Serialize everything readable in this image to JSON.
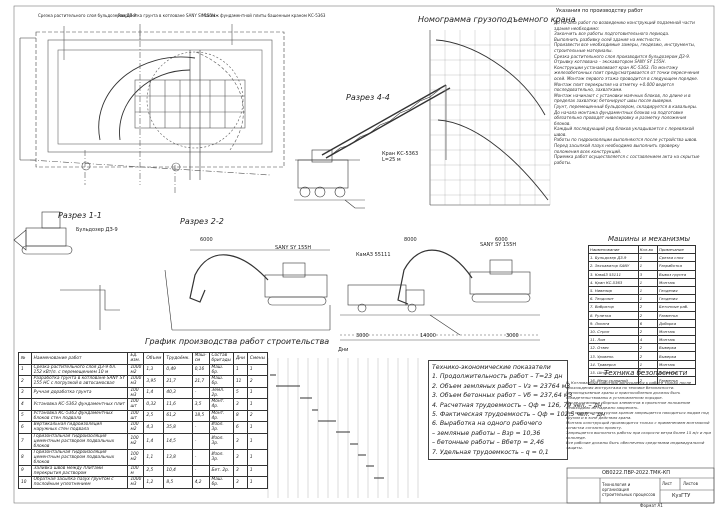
{
  "top_labels": {
    "demolition": "Срезка растительного слоя бульдозером ДЗ-9",
    "excavation": "Разработка грунта в котловане SANY SY 155H",
    "crane": "Монтаж фундаментной плиты башенным краном КС-5363"
  },
  "nomogram_title": "Номограмма грузоподъемного крана",
  "section_4_4": "Разрез 4-4",
  "crane_label": "Кран КС-5363",
  "crane_boom": "L=25 м",
  "section_1_1": "Разрез 1-1",
  "section_2_2": "Разрез 2-2",
  "bulldozer_label": "Бульдозер ДЗ-9",
  "excavator_left": "SANY SY 155H",
  "excavator_right": "SANY SY 155H",
  "truck_label": "КамАЗ 55111",
  "dimensions": {
    "d1": "6000",
    "d2": "8000",
    "d3": "6000",
    "d4": "3000",
    "d5": "14000",
    "d6": "3000"
  },
  "top_right_hint": "Указания по производству работ",
  "notes": [
    "До начала работ по возведению конструкций подземной части здания необходимо:",
    "Закончить все работы подготовительного периода.",
    "Выполнить разбивку осей здания на местности.",
    "Произвести все необходимые замеры, геодезию, инструменты, строительные материалы.",
    "Срезка растительного слоя производится бульдозером ДЗ-9. Отрывку котлована – экскаватором SANY SY 155H.",
    "Конструкции устанавливает кран КС-5363. По монтажу железобетонных плит предусматривается от точки пересечения осей. Монтаж первого этажа проводится в следующем порядке.",
    "Монтаж плит перекрытия на отметку +0.000 ведется последовательно, захватками.",
    "Монтаж начинают с установки маячных блоков, по длине и в пределах захватки; бетонируют швы после выверки.",
    "Грунт, перемещенный бульдозером, складируется в кавальеры.",
    "До начала монтажа фундаментных блоков на подготовке обязательно проводят нивелировку и разметку положения блоков.",
    "Каждый последующий ряд блоков укладывается с перевязкой швов.",
    "Работы по гидроизоляции выполняются после устройства швов.",
    "Перед засыпкой пазух необходимо выполнить проверку положения всех конструкций.",
    "Приемка работ осуществляется с составлением акта на скрытые работы."
  ],
  "machines": {
    "title": "Машины и механизмы",
    "headers": [
      "Наименование",
      "Кол-во",
      "Примечание"
    ],
    "rows": [
      [
        "1. Бульдозер ДЗ-9",
        "1",
        "Срезка слоя"
      ],
      [
        "2. Экскаватор SANY",
        "1",
        "Разработка"
      ],
      [
        "3. КамАЗ 55111",
        "3",
        "Вывоз грунта"
      ],
      [
        "4. Кран КС-5363",
        "1",
        "Монтаж"
      ],
      [
        "5. Нивелир",
        "1",
        "Геодезия"
      ],
      [
        "6. Теодолит",
        "1",
        "Геодезия"
      ],
      [
        "7. Вибратор",
        "2",
        "Бетонные раб."
      ],
      [
        "8. Рулетка",
        "2",
        "Разметка"
      ],
      [
        "9. Лопата",
        "6",
        "Доборка"
      ],
      [
        "10. Строп",
        "2",
        "Монтаж"
      ],
      [
        "11. Лом",
        "4",
        "Монтаж"
      ],
      [
        "12. Отвес",
        "2",
        "Выверка"
      ],
      [
        "13. Уровень",
        "2",
        "Выверка"
      ],
      [
        "14. Траверса",
        "1",
        "Монтаж"
      ],
      [
        "15. Шнур",
        "2",
        "Разметка"
      ],
      [
        "16. Метр складной",
        "2",
        "Разметка"
      ]
    ]
  },
  "schedule_title": "График производства работ строительства",
  "schedule_days": "Дни",
  "schedule": {
    "headers": [
      "№",
      "Наименование работ",
      "Ед. изм.",
      "Объем",
      "Трудоёмк.",
      "Маш-см",
      "Состав бригады",
      "Дни",
      "Смены"
    ],
    "rows": [
      [
        "1",
        "Срезка растительного слоя ДЗ-9 бл. 152 кВт/л. с перемещением 10 м",
        "1000 м2",
        "1,3",
        "0,49",
        "0,16",
        "Маш. 6р.",
        "1",
        "1"
      ],
      [
        "2",
        "Разработка грунта в котловане SANY SY 155 НС с погрузкой в автосамосвал",
        "1000 м3",
        "3,95",
        "21,7",
        "21,7",
        "Маш. 6р.",
        "11",
        "2"
      ],
      [
        "3",
        "Ручная доработка грунта",
        "100 м3",
        "1,4",
        "40,3",
        "-",
        "Земл. 2р.",
        "5",
        "1"
      ],
      [
        "4",
        "Установка КС-5363 фундаментных плит",
        "100 шт",
        "0,32",
        "11,6",
        "3,5",
        "Монт. 4р.",
        "3",
        "1"
      ],
      [
        "5",
        "Установка КС-5363 фундаментных блоков стен подвала",
        "100 шт",
        "2,5",
        "61,2",
        "18,5",
        "Монт. 4р.",
        "8",
        "2"
      ],
      [
        "6",
        "Вертикальная гидроизоляция наружных стен подвала",
        "100 м2",
        "4,3",
        "35,8",
        "-",
        "Изол. 3р.",
        "6",
        "1"
      ],
      [
        "7",
        "Горизонтальная гидроизоляция цементным раствором подвальных блоков",
        "100 м2",
        "1,4",
        "14,5",
        "-",
        "Изол. 3р.",
        "3",
        "1"
      ],
      [
        "8",
        "Горизонтальная гидроизоляция цементным раствором подвальных блоков",
        "100 м2",
        "1,1",
        "13,8",
        "-",
        "Изол. 3р.",
        "3",
        "1"
      ],
      [
        "9",
        "Заливка швов между плитами перекрытия раствором",
        "100 м",
        "2,5",
        "10,4",
        "-",
        "Бет. 2р.",
        "3",
        "1"
      ],
      [
        "10",
        "Обратная засыпка пазух грунтом с послойным уплотнением",
        "1000 м3",
        "1,2",
        "8,5",
        "4,2",
        "Маш. 6р.",
        "3",
        "1"
      ]
    ]
  },
  "tei": {
    "title": "Технико-экономические показатели",
    "lines": [
      "1. Продолжительность работ – Т=23 дн",
      "2. Объем земляных работ – Vз = 23764 м3",
      "3. Объем бетонных работ – Vб = 237,64 м3",
      "4. Расчетная трудоемкость – Qф = 126, 79 чел. – дн",
      "5. Фактическая трудоемкость – Qф = 102,5 чел. – дн",
      "6. Выработка на одного рабочего",
      "– земляные работы – Взр = 10,36",
      "– бетонные работы – Вбетр = 2,46",
      "7. Удельная трудоемкость – q = 0,1"
    ]
  },
  "safety_title": "Техника безопасности",
  "safety_text": [
    "В. Котлованный работник допускается к работе только после прохождения инструктажа по технике безопасности.",
    "Грузоподъемные краны и приспособления должны быть освидетельствованы в установленном порядке.",
    "После установки сборных элементов в проектное положение необходимо их надежно закрепить.",
    "При перемещении грузов краном запрещается находиться людям под грузом и в зоне действия крана.",
    "Монтаж конструкций производится только с применением монтажной оснастки согласно проекту.",
    "Запрещается выполнять работы при скорости ветра более 15 м/с и при гололеде.",
    "Все рабочие должны быть обеспечены средствами индивидуальной защиты."
  ],
  "stamp": {
    "doc_code": "ОВ0222.ПВР-2022.ТМК-КП",
    "title": "Технология и организация строительных процессов",
    "sheet": "Лист",
    "sheets": "Листов",
    "org": "КузГТУ",
    "format": "Формат А1"
  }
}
